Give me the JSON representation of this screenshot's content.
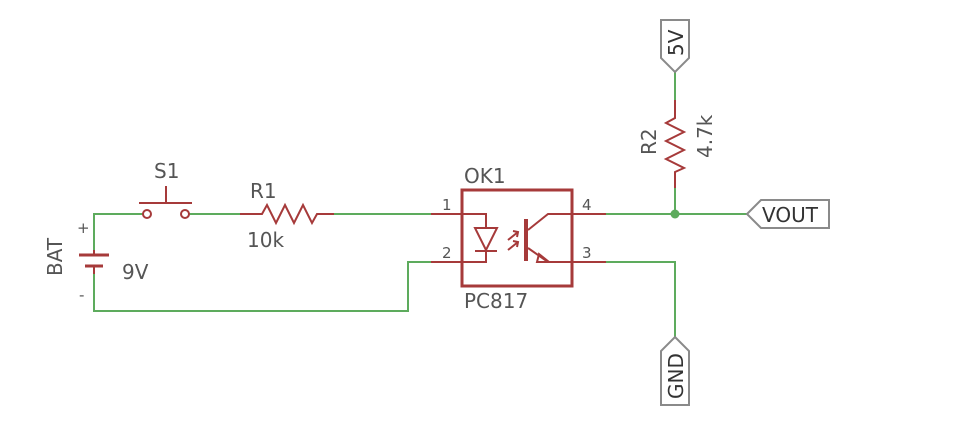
{
  "components": {
    "battery": {
      "name": "BAT",
      "value": "9V",
      "plus": "+",
      "minus": "-"
    },
    "switch": {
      "name": "S1"
    },
    "r1": {
      "name": "R1",
      "value": "10k"
    },
    "r2": {
      "name": "R2",
      "value": "4.7k"
    },
    "optocoupler": {
      "name": "OK1",
      "part": "PC817",
      "pins": {
        "p1": "1",
        "p2": "2",
        "p3": "3",
        "p4": "4"
      }
    }
  },
  "ports": {
    "vcc": "5V",
    "vout": "VOUT",
    "gnd": "GND"
  },
  "colors": {
    "wire": "#5dab5d",
    "component": "#a63a3a",
    "port": "#8a8a8a"
  }
}
